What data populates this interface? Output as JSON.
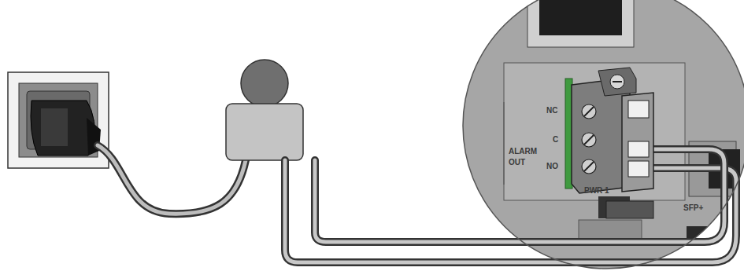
{
  "diagram": {
    "labels": [
      "NC",
      "C",
      "NO",
      "ALARM OUT",
      "PWR 1",
      "SFP+"
    ]
  }
}
